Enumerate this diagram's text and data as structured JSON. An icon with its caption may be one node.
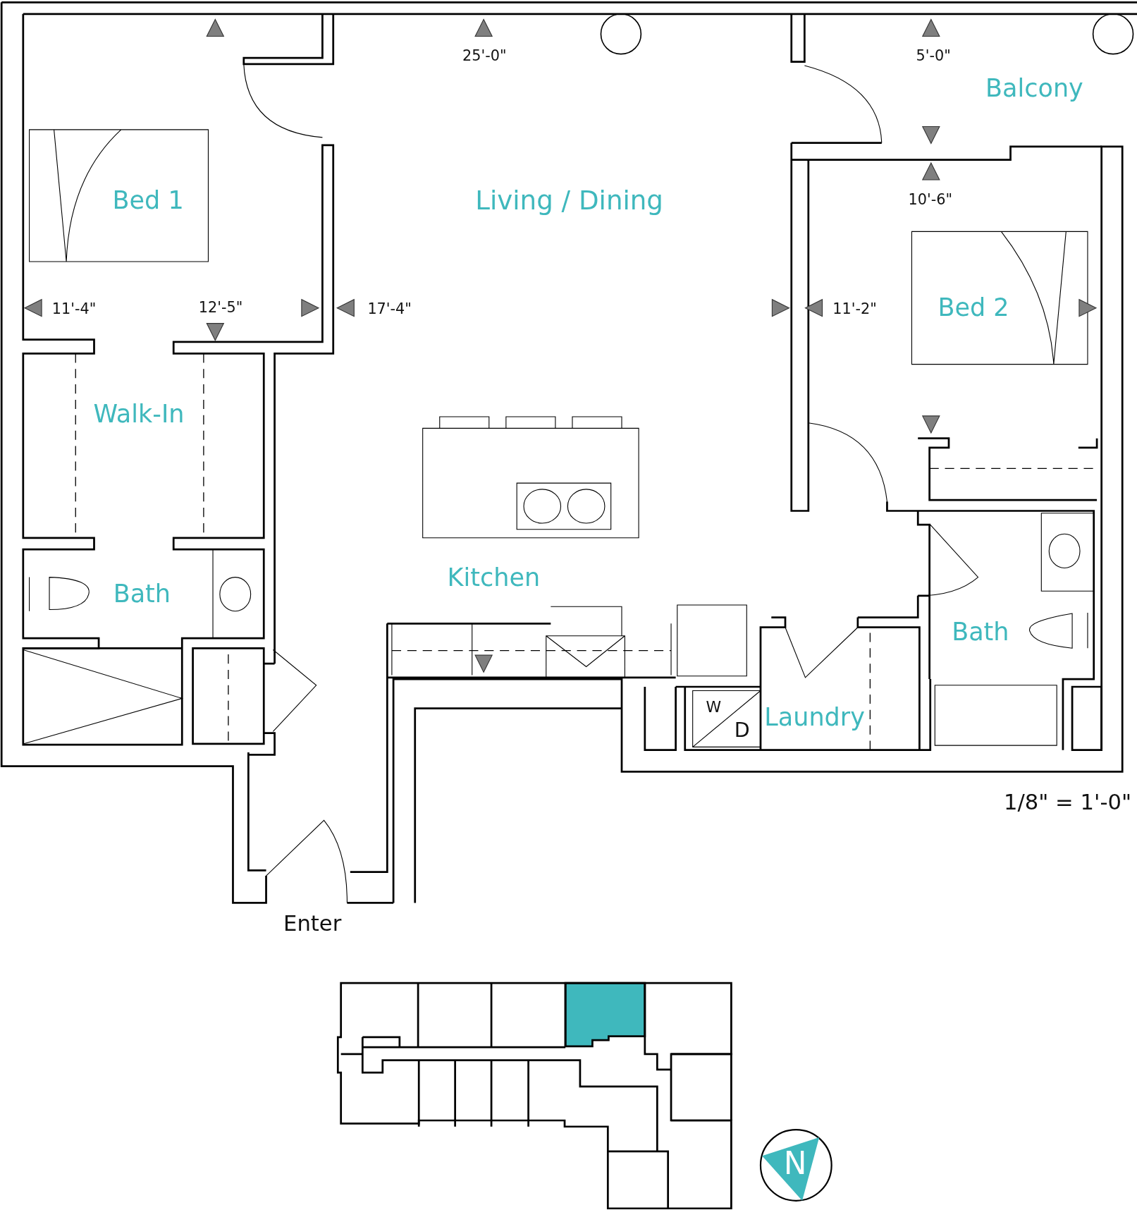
{
  "diagram": {
    "labels": [
      "25'-0\"",
      "5'-0\"",
      "Balcony",
      "Bed 1",
      "Living / Dining",
      "10'-6\"",
      "11'-4\"",
      "12'-5\"",
      "17'-4\"",
      "11'-2\"",
      "Bed 2",
      "Walk-In",
      "Kitchen",
      "Bath",
      "Bath",
      "W",
      "D",
      "Laundry",
      "1/8\" = 1'-0\"",
      "Enter",
      "N"
    ]
  }
}
